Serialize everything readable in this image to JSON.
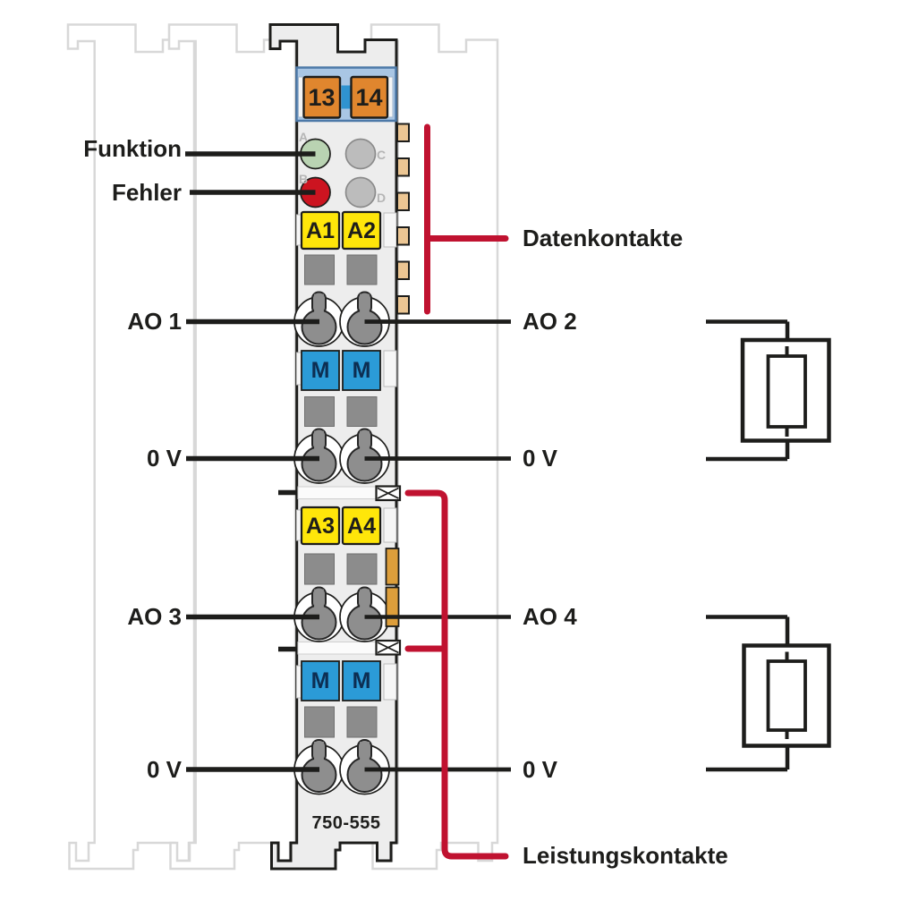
{
  "module": {
    "part_number": "750-555",
    "bus_terminals": [
      "13",
      "14"
    ],
    "led_letters": [
      "A",
      "B",
      "C",
      "D"
    ],
    "output_labels": [
      "A1",
      "A2",
      "A3",
      "A4"
    ],
    "ground_labels": [
      "M",
      "M",
      "M",
      "M"
    ]
  },
  "callouts": {
    "funktion": "Funktion",
    "fehler": "Fehler",
    "datenkontakte": "Datenkontakte",
    "leistungskontakte": "Leistungskontakte",
    "ao1": "AO 1",
    "ao2": "AO 2",
    "ao3": "AO 3",
    "ao4": "AO 4",
    "ov_left_1": "0 V",
    "ov_right_1": "0 V",
    "ov_left_2": "0 V",
    "ov_right_2": "0 V"
  },
  "colors": {
    "callout_red": "#c01230",
    "line_black": "#1d1d1b",
    "module_fill": "#ededed",
    "neighbor_outline": "#d8d8d8",
    "connector_blue_fill": "#a9c6e4",
    "connector_blue_border": "#4d79a8",
    "bus_terminal_orange": "#e0862e",
    "label_yellow": "#ffe60a",
    "ground_label_blue": "#2b9bd7",
    "led_green": "#b9d3b2",
    "led_red": "#cc1420",
    "led_gray": "#bcbcbc",
    "data_contact_gold": "#ecc693",
    "power_contact_orange": "#dd9e3b",
    "clamp_gray": "#8c8c8c"
  }
}
